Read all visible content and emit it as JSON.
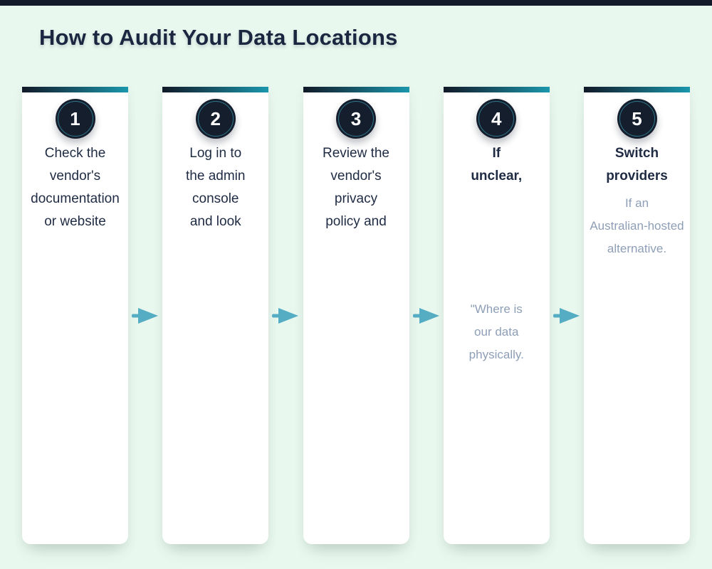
{
  "header": {
    "title": "How to Audit Your Data Locations"
  },
  "theme": {
    "bg_color": "#e9f8ef",
    "top_bar_color": "#131b2b",
    "title_color": "#1b2740",
    "card_bg": "#ffffff",
    "accent_gradient_start": "#111927",
    "accent_gradient_end": "#1b97ac",
    "circle_fill": "#141e2d",
    "circle_ring": "#31778c",
    "circle_number_color": "#ffffff",
    "primary_text": "#1f2b43",
    "secondary_text": "#8e9eb6",
    "arrow_color": "#54adc3"
  },
  "steps": [
    {
      "number": "1",
      "heading": "Check the vendor's documentation or website",
      "heading_lines": [
        "Check the",
        "vendor's",
        "documentation",
        "or website"
      ]
    },
    {
      "number": "2",
      "heading": "Log in to the admin console and look",
      "heading_lines": [
        "Log in to",
        "the admin",
        "console",
        "and look"
      ]
    },
    {
      "number": "3",
      "heading": "Review the vendor's privacy policy and",
      "heading_lines": [
        "Review the",
        "vendor's",
        "privacy",
        "policy and"
      ]
    },
    {
      "number": "4",
      "heading": "If unclear,",
      "heading_lines": [
        "If",
        "unclear,"
      ],
      "subtext": "\"Where is our data physically.",
      "subtext_lines": [
        "\"Where is",
        "our data",
        "physically."
      ]
    },
    {
      "number": "5",
      "heading": "Switch providers",
      "heading_lines": [
        "Switch",
        "providers"
      ],
      "subtext": "If an Australian-hosted alternative.",
      "subtext_lines": [
        "If an",
        "Australian-hosted",
        "alternative."
      ]
    }
  ]
}
